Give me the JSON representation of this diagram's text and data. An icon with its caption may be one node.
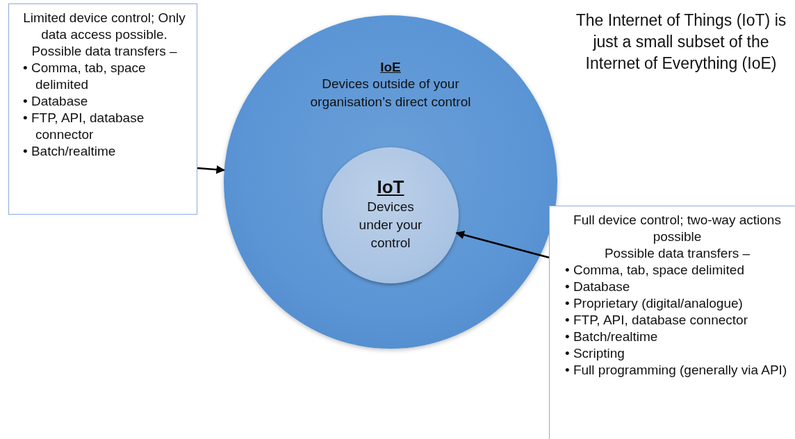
{
  "diagram": {
    "nodes": [
      {
        "text": [
          "Limited device control; Only data access possible.",
          "Possible data transfers –",
          "• Comma, tab, space delimited",
          "• Database",
          "• FTP, API, database connector",
          "• Batch/realtime"
        ]
      },
      {
        "text": [
          "IoE",
          "Devices outside of your organisation’s direct control"
        ]
      },
      {
        "text": [
          "IoT",
          "Devices under your control"
        ],
        "in": 1
      },
      {
        "text": [
          "Full device control; two-way actions possible",
          "Possible data transfers –",
          "• Comma, tab, space delimited",
          "• Database",
          "• Proprietary (digital/analogue)",
          "• FTP, API, database connector",
          "• Batch/realtime",
          "• Scripting",
          "• Full programming (generally via API)"
        ]
      }
    ],
    "edges": [
      {
        "from": 0,
        "to": 1,
        "arrow": "to"
      },
      {
        "from": 3,
        "to": 2,
        "arrow": "to"
      }
    ],
    "labels": [
      "The Internet of Things (IoT) is just a small subset of the Internet of Everything (IoE)"
    ]
  }
}
